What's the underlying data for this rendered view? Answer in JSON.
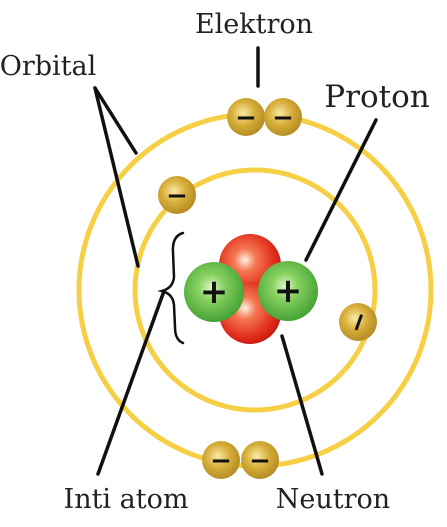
{
  "labels": {
    "elektron": "Elektron",
    "orbital": "Orbital",
    "proton": "Proton",
    "inti_atom": "Inti atom",
    "neutron": "Neutron"
  },
  "signs": {
    "electron": "−",
    "proton": "+"
  },
  "colors": {
    "orbit": "#f6cf45",
    "electron": "#c9a02c",
    "proton": "#49ad3c",
    "neutron": "#e4301d",
    "line": "#111111"
  }
}
